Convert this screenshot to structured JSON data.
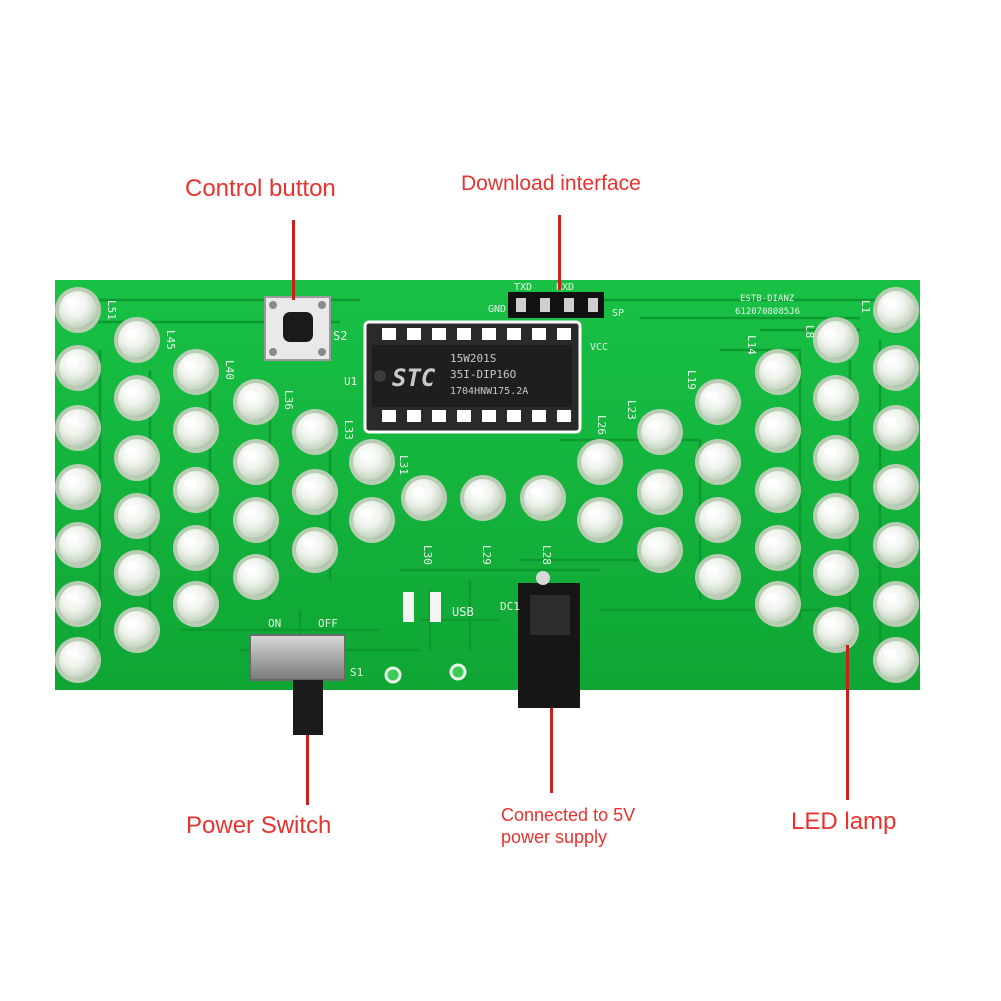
{
  "callouts": {
    "control_button": "Control button",
    "download_interface": "Download interface",
    "power_switch": "Power Switch",
    "power_supply_line1": "Connected to 5V",
    "power_supply_line2": "power supply",
    "led_lamp": "LED lamp"
  },
  "chip": {
    "brand": "STC",
    "line1": "15W201S",
    "line2": "35I-DIP16O",
    "line3": "1704HNW175.2A",
    "ref": "U1"
  },
  "silkscreen": {
    "switch_on": "ON",
    "switch_off": "OFF",
    "switch_ref": "S1",
    "button_ref": "S2",
    "usb": "USB",
    "dc_ref": "DC1",
    "header_gnd": "GND",
    "header_txd": "TXD",
    "header_rxd": "RXD",
    "header_vcc": "VCC",
    "header_sp": "SP",
    "board_id": "ESTB-DIANZ",
    "board_code": "6120708085J6",
    "led_labels": [
      "L51",
      "L45",
      "L40",
      "L36",
      "L33",
      "L31",
      "L30",
      "L29",
      "L28",
      "L26",
      "L23",
      "L19",
      "L14",
      "L8",
      "L1"
    ]
  },
  "colors": {
    "callout_text": "#e8322e",
    "leader_line": "#c8201c",
    "pcb_green": "#12b43a",
    "trace_green": "#0c9a30"
  }
}
